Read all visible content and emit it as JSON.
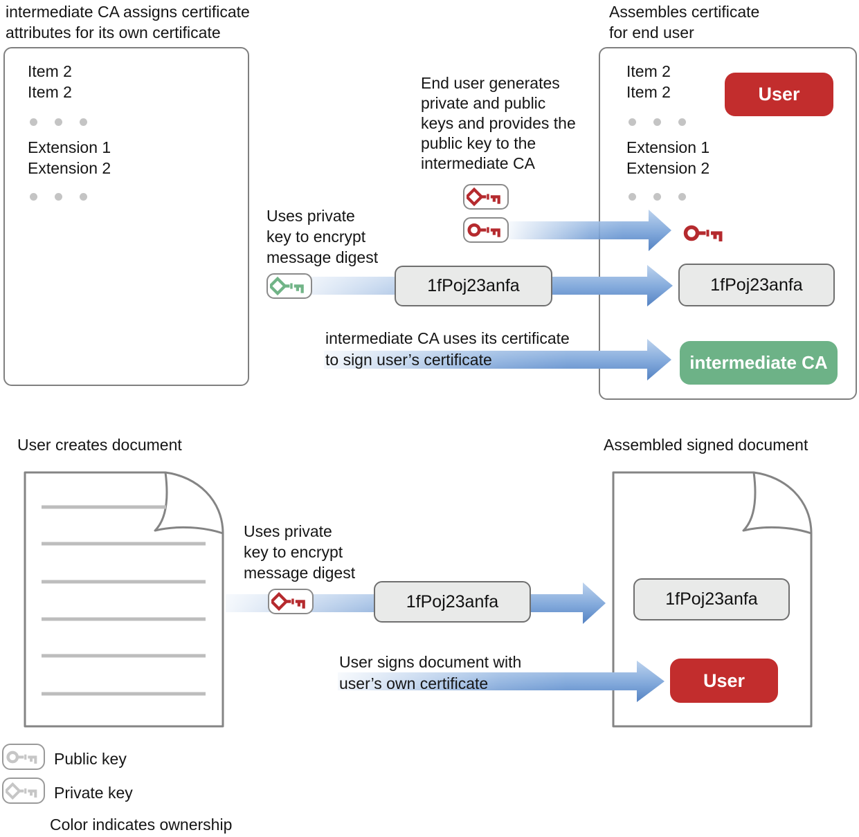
{
  "colors": {
    "badge_red": "#C22D2D",
    "badge_green": "#6DB287",
    "key_red": "#B52A2E",
    "key_green": "#71B487",
    "key_gray": "#C6C6C6",
    "arrow_top": "#BDD3EE",
    "arrow_bottom": "#5583C3",
    "digest_box_bg": "#E9EAE9",
    "doc_outline": "#848484",
    "doc_line": "#BDBDBD",
    "badge_text": "#FFFFFF"
  },
  "top_left": {
    "title": [
      "intermediate CA assigns certificate",
      "attributes for its own certificate"
    ],
    "items": [
      "Item 2",
      "Item 2"
    ],
    "extensions": [
      "Extension 1",
      "Extension 2"
    ]
  },
  "top_right": {
    "title": [
      "Assembles certificate",
      "for end user"
    ],
    "items": [
      "Item 2",
      "Item 2"
    ],
    "user_badge": "User",
    "extensions": [
      "Extension 1",
      "Extension 2"
    ],
    "digest": "1fPoj23anfa",
    "ca_badge": "intermediate CA"
  },
  "middle": {
    "end_user_note": [
      "End user generates",
      "private and public",
      "keys and provides the",
      "public key to the",
      "intermediate CA"
    ],
    "uses_private_note": [
      "Uses private",
      "key to encrypt",
      "message digest"
    ],
    "digest": "1fPoj23anfa",
    "sign_note": [
      "intermediate CA uses its certificate",
      "to sign user’s certificate"
    ]
  },
  "bottom": {
    "left_title": "User creates document",
    "right_title": "Assembled signed document",
    "uses_private_note": [
      "Uses private",
      "key to encrypt",
      "message digest"
    ],
    "digest": "1fPoj23anfa",
    "doc_digest": "1fPoj23anfa",
    "user_badge": "User",
    "sign_note": [
      "User signs document with",
      "user’s own certificate"
    ]
  },
  "legend": {
    "public_key_label": "Public key",
    "private_key_label": "Private key",
    "note": "Color indicates ownership"
  }
}
